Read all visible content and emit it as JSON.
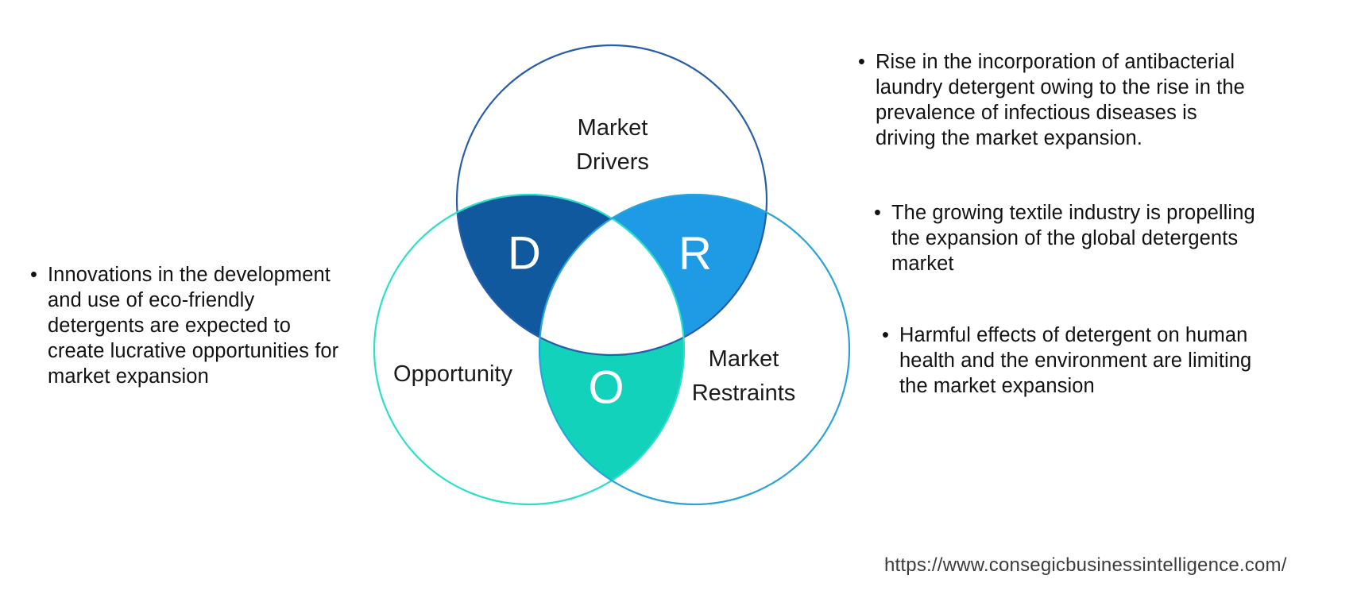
{
  "diagram": {
    "type": "venn-3-circle",
    "title_letters": [
      {
        "key": "drivers",
        "letter": "D",
        "fill": "#11599F"
      },
      {
        "key": "restraints",
        "letter": "R",
        "fill": "#1E9BE4"
      },
      {
        "key": "opportunity",
        "letter": "O",
        "fill": "#12D2BC"
      }
    ],
    "circles": [
      {
        "key": "top",
        "label_line1": "Market",
        "label_line2": "Drivers",
        "stroke": "#2A5DA8"
      },
      {
        "key": "left",
        "label_line1": "Opportunity",
        "label_line2": "",
        "stroke": "#2BE0C8"
      },
      {
        "key": "right",
        "label_line1": "Market",
        "label_line2": "Restraints",
        "stroke": "#29A3DC"
      }
    ],
    "labels": {
      "market_drivers_l1": "Market",
      "market_drivers_l2": "Drivers",
      "opportunity": "Opportunity",
      "market_restraints_l1": "Market",
      "market_restraints_l2": "Restraints",
      "letter_d": "D",
      "letter_r": "R",
      "letter_o": "O"
    }
  },
  "left_column": {
    "bullets": [
      {
        "marker": "•",
        "text": "Innovations in the development and use of eco-friendly detergents are expected to create lucrative opportunities for market expansion"
      }
    ]
  },
  "right_column": {
    "bullets": [
      {
        "marker": "•",
        "text": "Rise in the incorporation of antibacterial laundry detergent owing to the rise in the prevalence of infectious diseases is driving the market expansion."
      },
      {
        "marker": "•",
        "text": "The growing textile industry is propelling the expansion of the global detergents market"
      },
      {
        "marker": "•",
        "text": "Harmful effects of detergent on human health and the environment are limiting the market expansion"
      }
    ]
  },
  "footer": {
    "source_url": "https://www.consegicbusinessintelligence.com/"
  }
}
